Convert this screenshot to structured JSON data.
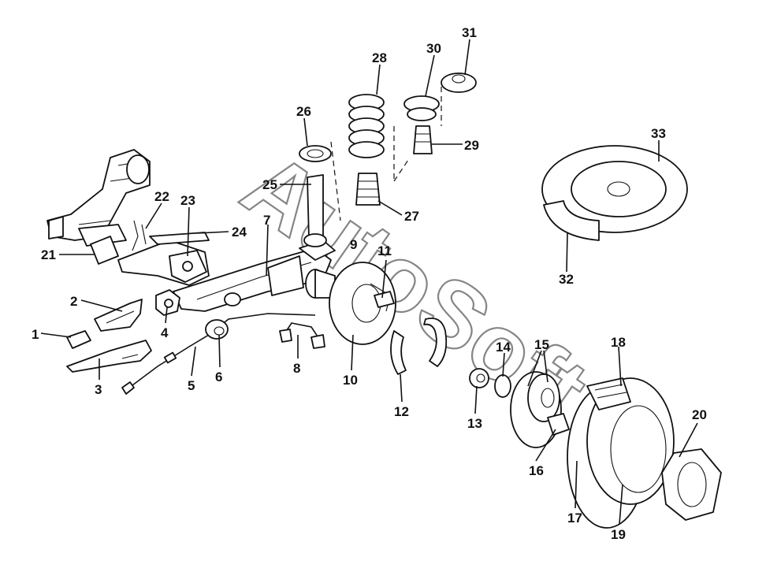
{
  "watermark": {
    "text": "AutoSoft"
  },
  "callouts": [
    {
      "id": "1",
      "label": "1"
    },
    {
      "id": "2",
      "label": "2"
    },
    {
      "id": "3",
      "label": "3"
    },
    {
      "id": "4",
      "label": "4"
    },
    {
      "id": "5",
      "label": "5"
    },
    {
      "id": "6",
      "label": "6"
    },
    {
      "id": "7",
      "label": "7"
    },
    {
      "id": "8",
      "label": "8"
    },
    {
      "id": "9",
      "label": "9"
    },
    {
      "id": "10",
      "label": "10"
    },
    {
      "id": "11",
      "label": "11"
    },
    {
      "id": "12",
      "label": "12"
    },
    {
      "id": "13",
      "label": "13"
    },
    {
      "id": "14",
      "label": "14"
    },
    {
      "id": "15",
      "label": "15"
    },
    {
      "id": "16",
      "label": "16"
    },
    {
      "id": "17",
      "label": "17"
    },
    {
      "id": "18",
      "label": "18"
    },
    {
      "id": "19",
      "label": "19"
    },
    {
      "id": "20",
      "label": "20"
    },
    {
      "id": "21",
      "label": "21"
    },
    {
      "id": "22",
      "label": "22"
    },
    {
      "id": "23",
      "label": "23"
    },
    {
      "id": "24",
      "label": "24"
    },
    {
      "id": "25",
      "label": "25"
    },
    {
      "id": "26",
      "label": "26"
    },
    {
      "id": "27",
      "label": "27"
    },
    {
      "id": "28",
      "label": "28"
    },
    {
      "id": "29",
      "label": "29"
    },
    {
      "id": "30",
      "label": "30"
    },
    {
      "id": "31",
      "label": "31"
    },
    {
      "id": "32",
      "label": "32"
    },
    {
      "id": "33",
      "label": "33"
    }
  ]
}
